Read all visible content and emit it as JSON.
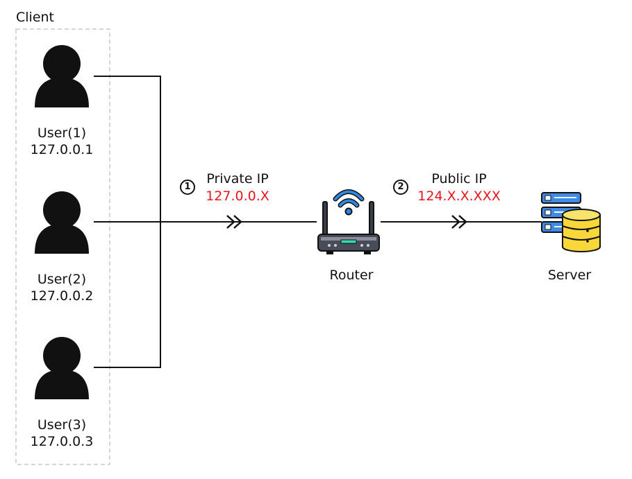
{
  "client": {
    "label": "Client",
    "users": [
      {
        "name": "User(1)",
        "ip": "127.0.0.1"
      },
      {
        "name": "User(2)",
        "ip": "127.0.0.2"
      },
      {
        "name": "User(3)",
        "ip": "127.0.0.3"
      }
    ]
  },
  "steps": [
    {
      "number": "1",
      "label": "Private IP",
      "ip": "127.0.0.X"
    },
    {
      "number": "2",
      "label": "Public IP",
      "ip": "124.X.X.XXX"
    }
  ],
  "router": {
    "label": "Router"
  },
  "server": {
    "label": "Server"
  },
  "colors": {
    "ip_highlight": "#e8151b",
    "line": "#111111",
    "router_wifi": "#2f87e0",
    "server_rack": "#3f8be6",
    "database": "#f7d73a"
  }
}
